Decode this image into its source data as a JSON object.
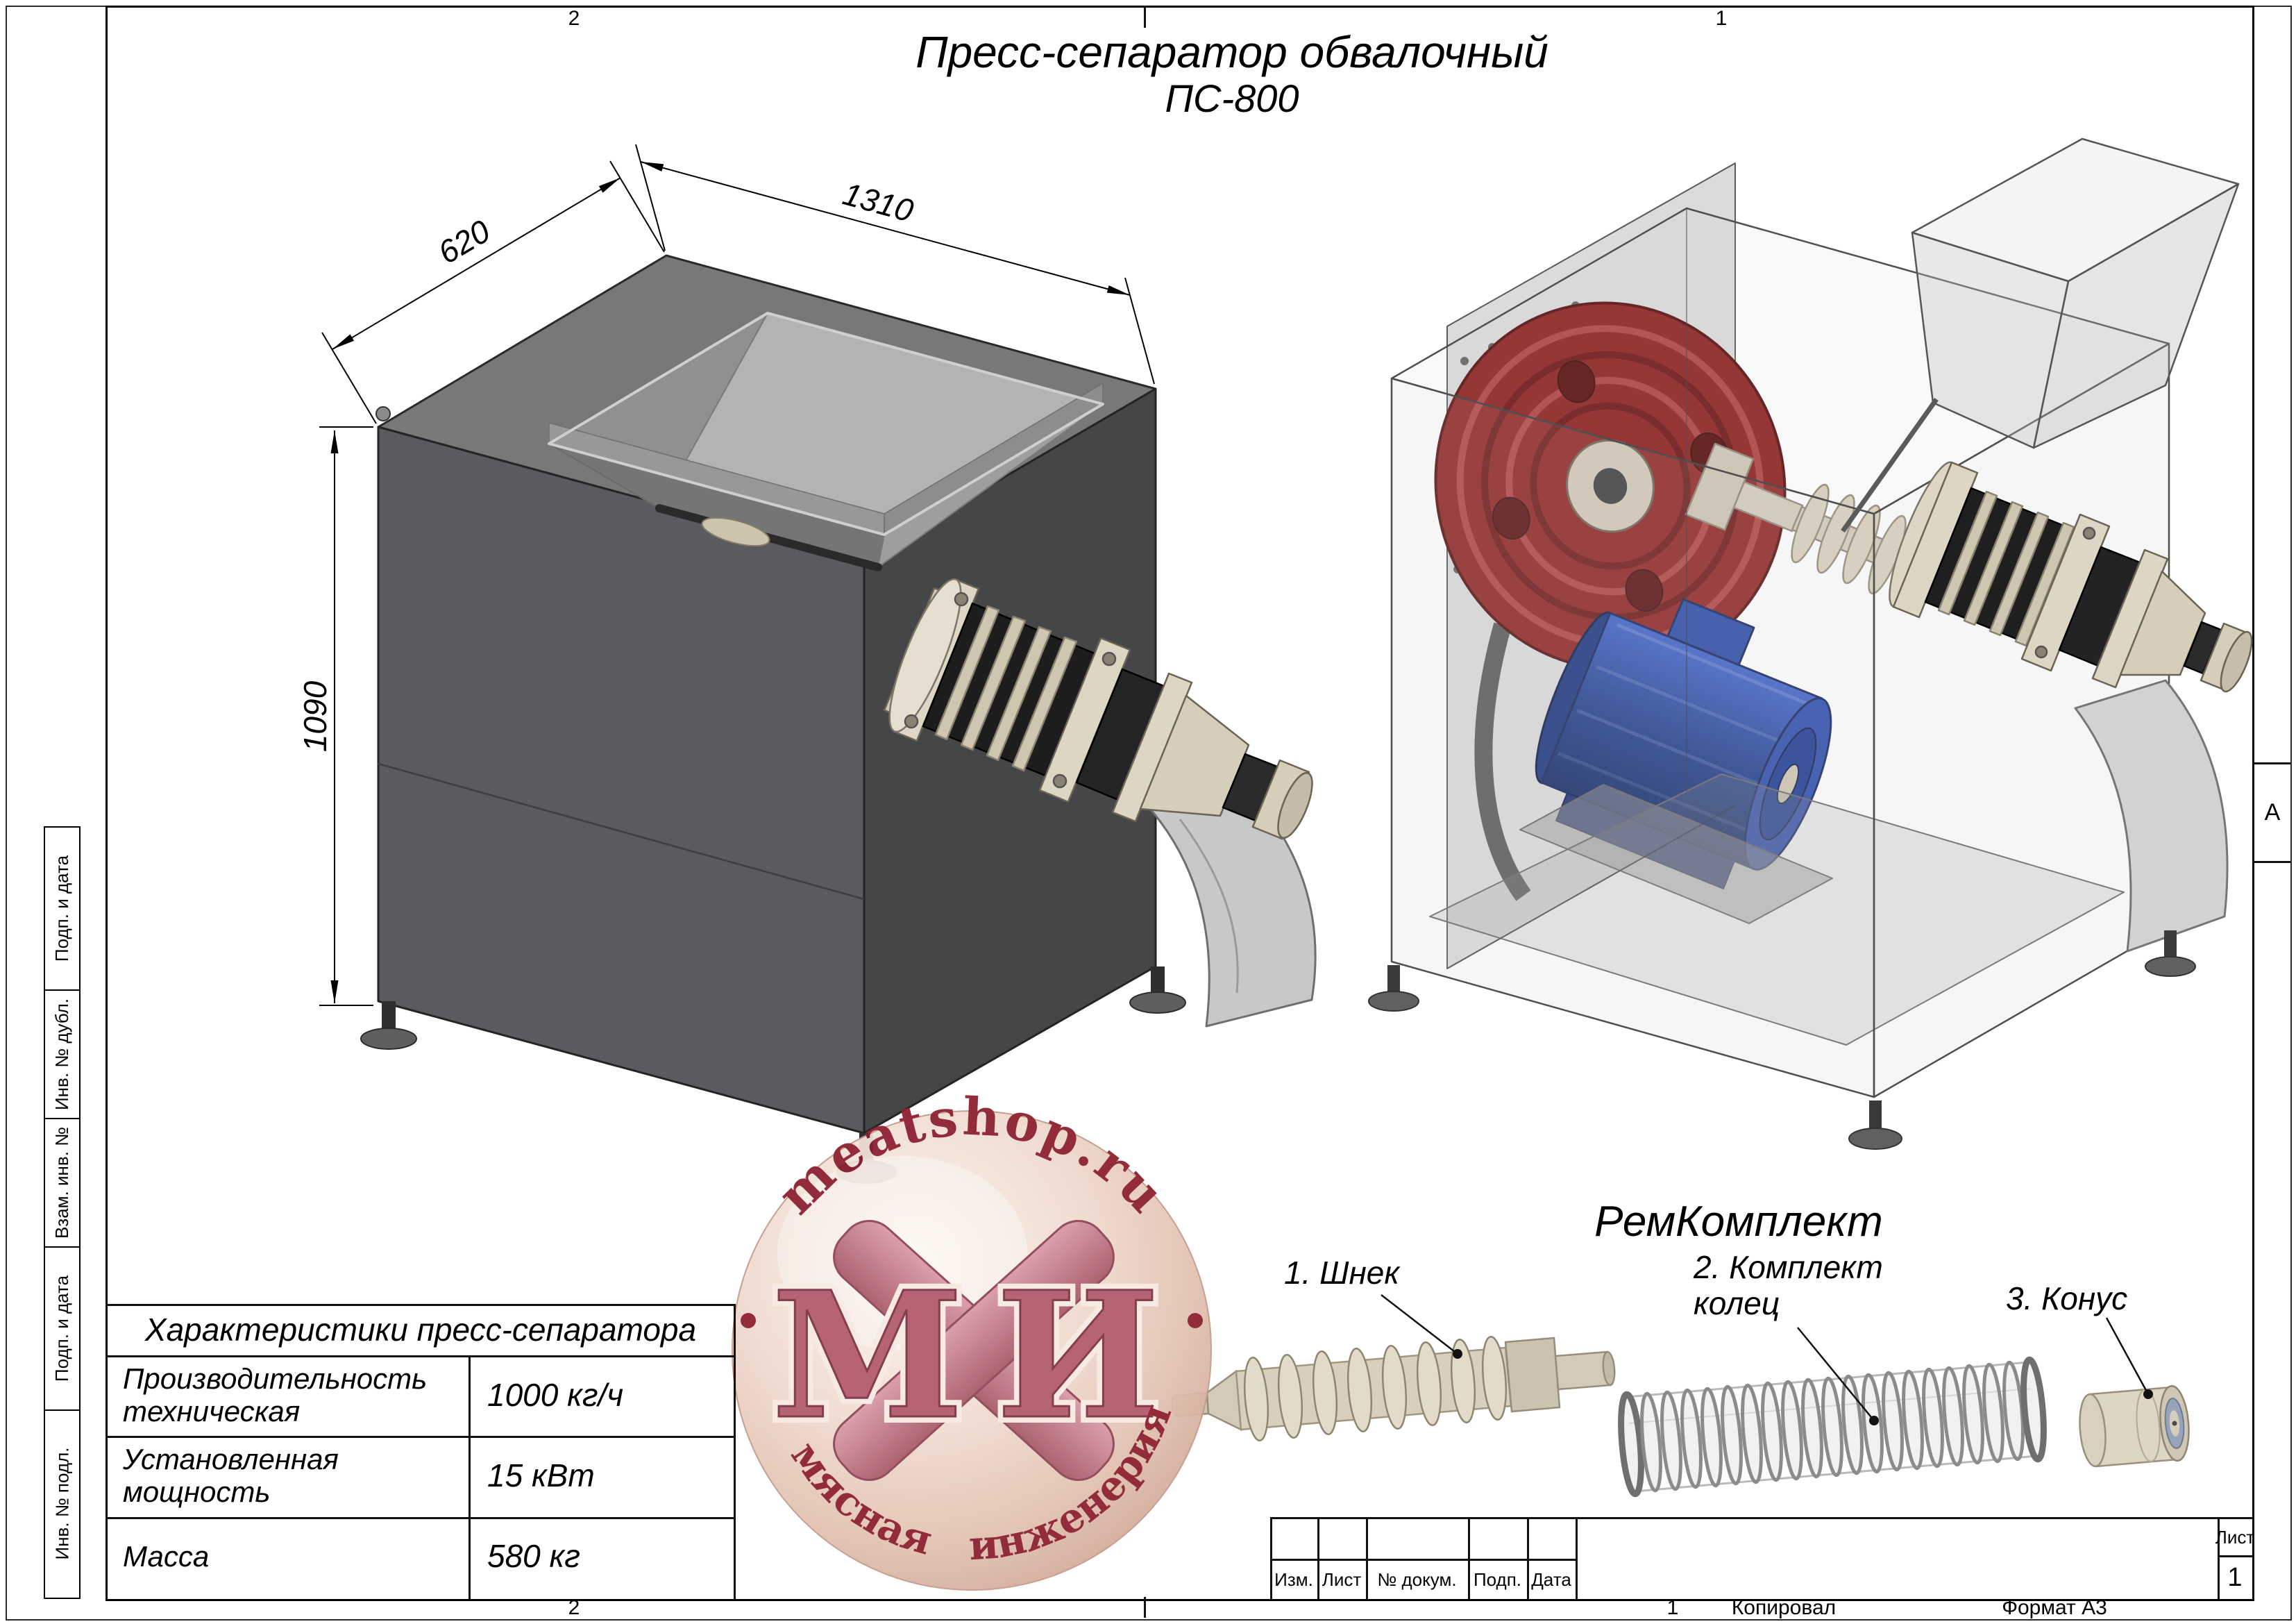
{
  "title": {
    "line1": "Пресс-сепаратор обвалочный",
    "line2": "ПС-800"
  },
  "zones": {
    "top_left": "2",
    "top_right": "1",
    "bottom_left": "2",
    "bottom_right_num": "1",
    "row_right": "A"
  },
  "dimensions": {
    "width": "620",
    "depth": "1310",
    "height": "1090"
  },
  "side_column": {
    "labels": [
      "Подп. и дата",
      "Инв. № дубл.",
      "Взам. инв. №",
      "Подп. и дата",
      "Инв. № подл."
    ]
  },
  "spec_table": {
    "title": "Характеристики пресс-сепаратора",
    "rows": [
      {
        "name": "Производительность\nтехническая",
        "value": "1000 кг/ч"
      },
      {
        "name": "Установленная\nмощность",
        "value": "15 кВт"
      },
      {
        "name": "Масса",
        "value": "580 кг"
      }
    ]
  },
  "repair_kit": {
    "title": "РемКомплект",
    "items": [
      {
        "label": "1. Шнек"
      },
      {
        "label": "2. Комплект\nколец"
      },
      {
        "label": "3. Конус"
      }
    ]
  },
  "title_block": {
    "headers": {
      "izm": "Изм.",
      "list": "Лист",
      "doc": "№ докум.",
      "podp": "Подп.",
      "data": "Дата"
    },
    "sheet_label": "Лист",
    "sheet_number": "1"
  },
  "footer": {
    "copied": "Копировал",
    "format": "Формат А3"
  },
  "watermark": {
    "letter_m": "М",
    "letter_i": "И",
    "site": "meatshop.ru",
    "word_left": "мясная",
    "word_right": "инженерия"
  },
  "colors": {
    "pulley_red": "#8f2323",
    "motor_blue": "#24418f",
    "body_gray": "#58595b",
    "part_beige": "#d8cfbd",
    "watermark_red": "#8c1f2f"
  }
}
